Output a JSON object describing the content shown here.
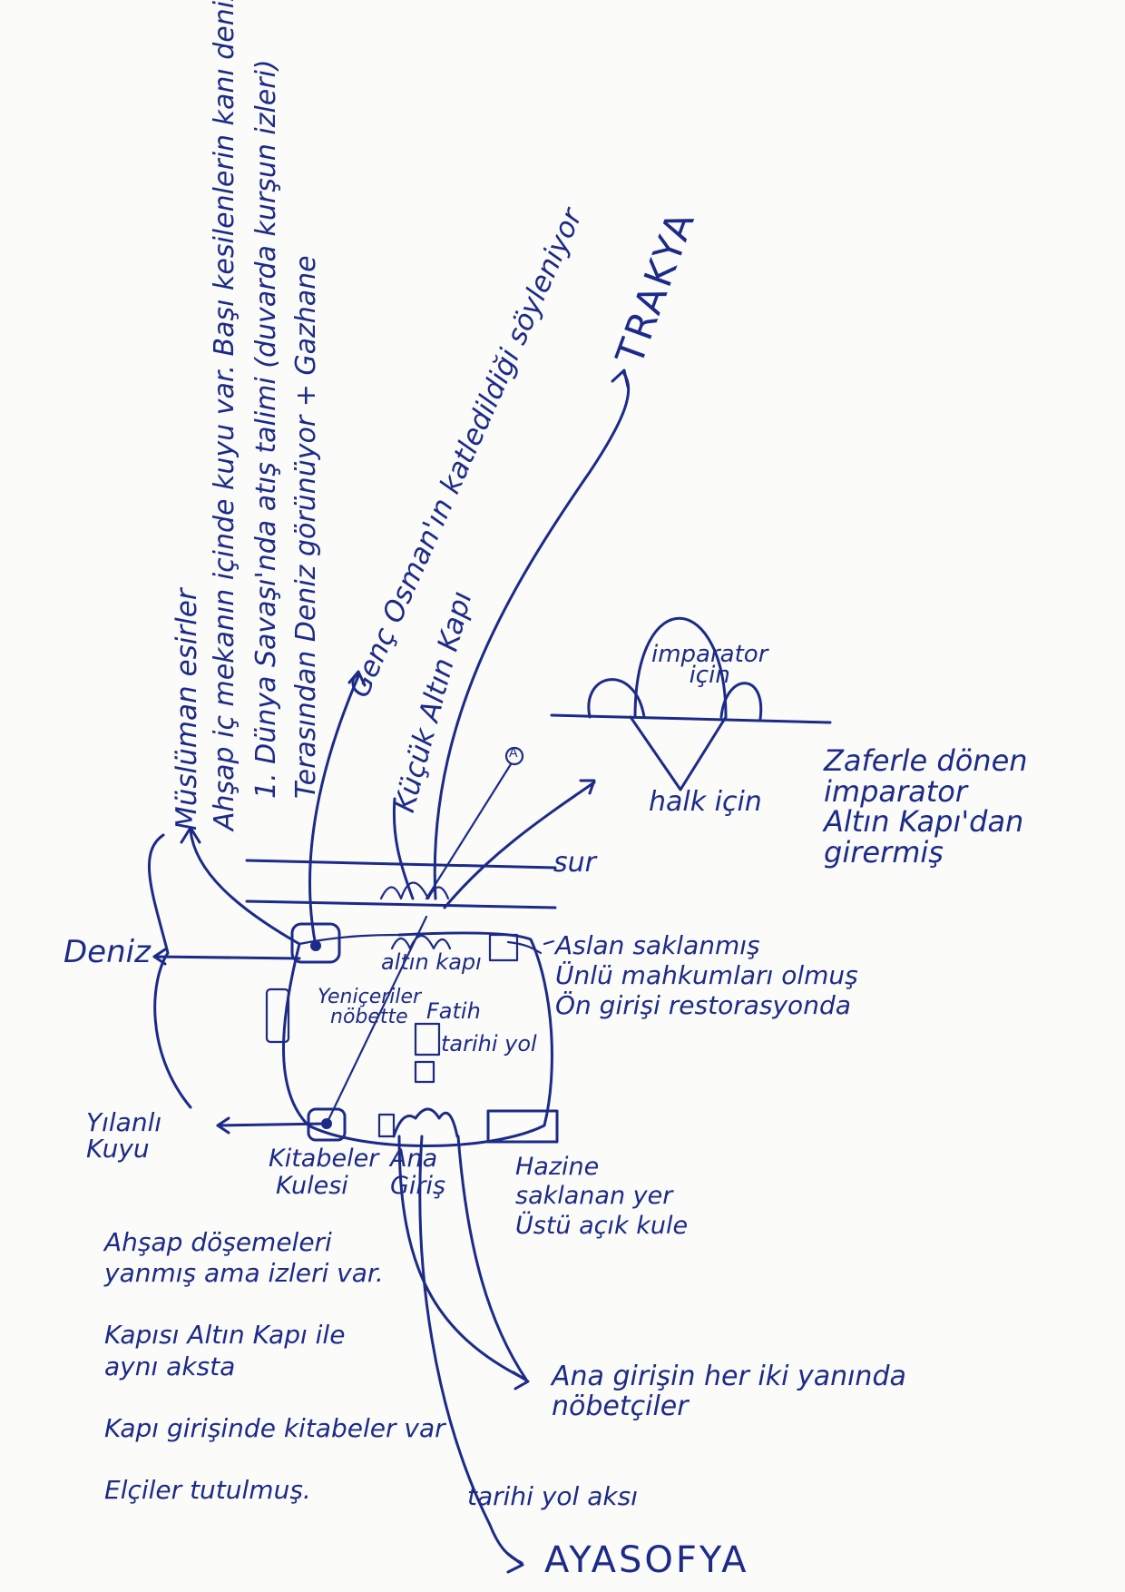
{
  "colors": {
    "ink": "#1c2a8a",
    "paper": "#fbfbfa"
  },
  "vertical_notes": {
    "musluman": "Müslüman esirler",
    "ahsap": "Ahşap iç mekanın içinde kuyu var. Başı kesilenlerin kanı denize ulaşıyor.",
    "dunya": "1. Dünya Savaşı'nda atış talimi (duvarda kurşun izleri)",
    "teras": "Terasından Deniz görünüyor + Gazhane",
    "genc_osman": "Genç Osman'ın katledildiği söyleniyor",
    "kucuk_altin": "Küçük Altın Kapı",
    "trakya": "TRAKYA"
  },
  "labels": {
    "imparator_icin": [
      "imparator",
      "için"
    ],
    "halk_icin": "halk için",
    "zafer": [
      "Zaferle dönen",
      "imparator",
      "Altın Kapı'dan",
      "girermiş"
    ],
    "sur": "sur",
    "deniz": "Deniz",
    "marker": "A",
    "altin_kapi": "altın kapı",
    "aslan": [
      "Aslan saklanmış",
      "Ünlü mahkumları olmuş",
      "Ön girişi restorasyonda"
    ],
    "yeniceriler": [
      "Yeniçeriler",
      "nöbette"
    ],
    "fatih": "Fatih",
    "tarihi_yol": "tarihi yol",
    "yilanli_kuyu": [
      "Yılanlı",
      "Kuyu"
    ],
    "kitabeler_kulesi": [
      "Kitabeler",
      "Kulesi"
    ],
    "ana_giris": [
      "Ana",
      "Giriş"
    ],
    "hazine": [
      "Hazine",
      "saklanan yer",
      "Üstü açık kule"
    ],
    "kitabeler_notes": [
      "Ahşap döşemeleri",
      "yanmış ama izleri var.",
      "",
      "Kapısı Altın Kapı ile",
      "aynı aksta",
      "",
      "Kapı girişinde kitabeler var",
      "",
      "Elçiler tutulmuş."
    ],
    "ana_girisin": [
      "Ana girişin her iki yanında",
      "nöbetçiler"
    ],
    "tarihi_yol_aksi": "tarihi yol aksı",
    "ayasofya": "AYASOFYA"
  }
}
